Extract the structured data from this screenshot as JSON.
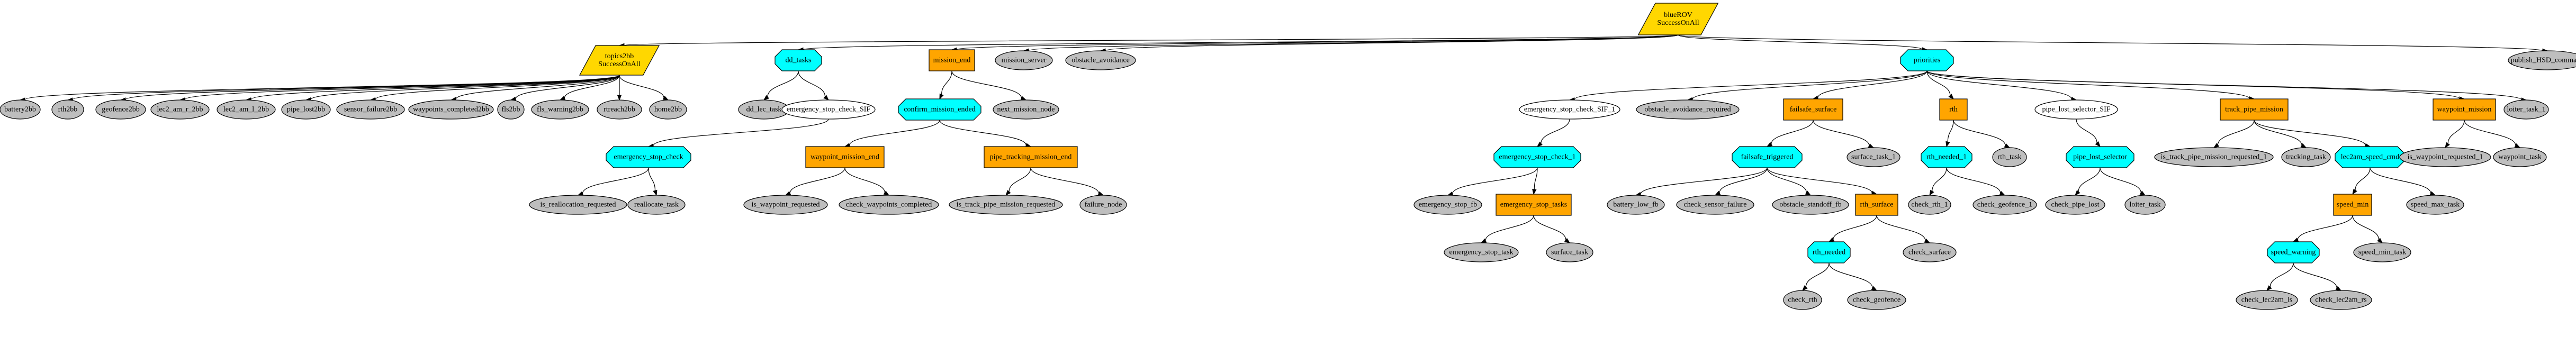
{
  "colors": {
    "parallel": "#FFD700",
    "selector": "#00FFFF",
    "sequence": "#FFA500",
    "leaf": "#BEBEBE",
    "decorator": "#FFFFFF",
    "stroke": "#000000",
    "background": "#FFFFFF"
  },
  "nodes": [
    {
      "id": "root",
      "kind": "parallel",
      "lines": [
        "blueROV",
        "SuccessOnAll"
      ]
    },
    {
      "id": "topics2bb",
      "kind": "parallel",
      "lines": [
        "topics2bb",
        "SuccessOnAll"
      ]
    },
    {
      "id": "battery2bb",
      "kind": "leaf",
      "lines": [
        "battery2bb"
      ]
    },
    {
      "id": "rth2bb",
      "kind": "leaf",
      "lines": [
        "rth2bb"
      ]
    },
    {
      "id": "geofence2bb",
      "kind": "leaf",
      "lines": [
        "geofence2bb"
      ]
    },
    {
      "id": "lec2_am_r_2bb",
      "kind": "leaf",
      "lines": [
        "lec2_am_r_2bb"
      ]
    },
    {
      "id": "lec2_am_l_2bb",
      "kind": "leaf",
      "lines": [
        "lec2_am_l_2bb"
      ]
    },
    {
      "id": "pipe_lost2bb",
      "kind": "leaf",
      "lines": [
        "pipe_lost2bb"
      ]
    },
    {
      "id": "sensor_failure2bb",
      "kind": "leaf",
      "lines": [
        "sensor_failure2bb"
      ]
    },
    {
      "id": "waypoints_completed2bb",
      "kind": "leaf",
      "lines": [
        "waypoints_completed2bb"
      ]
    },
    {
      "id": "fls2bb",
      "kind": "leaf",
      "lines": [
        "fls2bb"
      ]
    },
    {
      "id": "fls_warning2bb",
      "kind": "leaf",
      "lines": [
        "fls_warning2bb"
      ]
    },
    {
      "id": "rtreach2bb",
      "kind": "leaf",
      "lines": [
        "rtreach2bb"
      ]
    },
    {
      "id": "home2bb",
      "kind": "leaf",
      "lines": [
        "home2bb"
      ]
    },
    {
      "id": "dd_tasks",
      "kind": "selector",
      "lines": [
        "dd_tasks"
      ]
    },
    {
      "id": "dd_lec_task",
      "kind": "leaf",
      "lines": [
        "dd_lec_task"
      ]
    },
    {
      "id": "emergency_stop_check_sif",
      "kind": "decorator",
      "lines": [
        "emergency_stop_check_SIF"
      ]
    },
    {
      "id": "emergency_stop_check",
      "kind": "selector",
      "lines": [
        "emergency_stop_check"
      ]
    },
    {
      "id": "is_reallocation_requested",
      "kind": "leaf",
      "lines": [
        "is_reallocation_requested"
      ]
    },
    {
      "id": "reallocate_task",
      "kind": "leaf",
      "lines": [
        "reallocate_task"
      ]
    },
    {
      "id": "mission_end",
      "kind": "sequence",
      "lines": [
        "mission_end"
      ]
    },
    {
      "id": "confirm_mission_ended",
      "kind": "selector",
      "lines": [
        "confirm_mission_ended"
      ]
    },
    {
      "id": "waypoint_mission_end",
      "kind": "sequence",
      "lines": [
        "waypoint_mission_end"
      ]
    },
    {
      "id": "is_waypoint_requested",
      "kind": "leaf",
      "lines": [
        "is_waypoint_requested"
      ]
    },
    {
      "id": "check_waypoints_completed",
      "kind": "leaf",
      "lines": [
        "check_waypoints_completed"
      ]
    },
    {
      "id": "pipe_tracking_mission_end",
      "kind": "sequence",
      "lines": [
        "pipe_tracking_mission_end"
      ]
    },
    {
      "id": "is_track_pipe_mission_requested",
      "kind": "leaf",
      "lines": [
        "is_track_pipe_mission_requested"
      ]
    },
    {
      "id": "failure_node",
      "kind": "leaf",
      "lines": [
        "failure_node"
      ]
    },
    {
      "id": "next_mission_node",
      "kind": "leaf",
      "lines": [
        "next_mission_node"
      ]
    },
    {
      "id": "mission_server",
      "kind": "leaf",
      "lines": [
        "mission_server"
      ]
    },
    {
      "id": "obstacle_avoidance",
      "kind": "leaf",
      "lines": [
        "obstacle_avoidance"
      ]
    },
    {
      "id": "priorities",
      "kind": "selector",
      "lines": [
        "priorities"
      ]
    },
    {
      "id": "emergency_stop_check_sif_1",
      "kind": "decorator",
      "lines": [
        "emergency_stop_check_SIF_1"
      ]
    },
    {
      "id": "emergency_stop_check_1",
      "kind": "selector",
      "lines": [
        "emergency_stop_check_1"
      ]
    },
    {
      "id": "emergency_stop_fb",
      "kind": "leaf",
      "lines": [
        "emergency_stop_fb"
      ]
    },
    {
      "id": "emergency_stop_tasks",
      "kind": "sequence",
      "lines": [
        "emergency_stop_tasks"
      ]
    },
    {
      "id": "emergency_stop_task",
      "kind": "leaf",
      "lines": [
        "emergency_stop_task"
      ]
    },
    {
      "id": "surface_task",
      "kind": "leaf",
      "lines": [
        "surface_task"
      ]
    },
    {
      "id": "obstacle_avoidance_required",
      "kind": "leaf",
      "lines": [
        "obstacle_avoidance_required"
      ]
    },
    {
      "id": "failsafe_surface",
      "kind": "sequence",
      "lines": [
        "failsafe_surface"
      ]
    },
    {
      "id": "failsafe_triggered",
      "kind": "selector",
      "lines": [
        "failsafe_triggered"
      ]
    },
    {
      "id": "battery_low_fb",
      "kind": "leaf",
      "lines": [
        "battery_low_fb"
      ]
    },
    {
      "id": "check_sensor_failure",
      "kind": "leaf",
      "lines": [
        "check_sensor_failure"
      ]
    },
    {
      "id": "obstacle_standoff_fb",
      "kind": "leaf",
      "lines": [
        "obstacle_standoff_fb"
      ]
    },
    {
      "id": "rth_surface",
      "kind": "sequence",
      "lines": [
        "rth_surface"
      ]
    },
    {
      "id": "rth_needed",
      "kind": "selector",
      "lines": [
        "rth_needed"
      ]
    },
    {
      "id": "check_rth",
      "kind": "leaf",
      "lines": [
        "check_rth"
      ]
    },
    {
      "id": "check_geofence",
      "kind": "leaf",
      "lines": [
        "check_geofence"
      ]
    },
    {
      "id": "check_surface",
      "kind": "leaf",
      "lines": [
        "check_surface"
      ]
    },
    {
      "id": "surface_task_1",
      "kind": "leaf",
      "lines": [
        "surface_task_1"
      ]
    },
    {
      "id": "rth",
      "kind": "sequence",
      "lines": [
        "rth"
      ]
    },
    {
      "id": "rth_needed_1",
      "kind": "selector",
      "lines": [
        "rth_needed_1"
      ]
    },
    {
      "id": "check_rth_1",
      "kind": "leaf",
      "lines": [
        "check_rth_1"
      ]
    },
    {
      "id": "check_geofence_1",
      "kind": "leaf",
      "lines": [
        "check_geofence_1"
      ]
    },
    {
      "id": "rth_task",
      "kind": "leaf",
      "lines": [
        "rth_task"
      ]
    },
    {
      "id": "pipe_lost_selector_sif",
      "kind": "decorator",
      "lines": [
        "pipe_lost_selector_SIF"
      ]
    },
    {
      "id": "pipe_lost_selector",
      "kind": "selector",
      "lines": [
        "pipe_lost_selector"
      ]
    },
    {
      "id": "check_pipe_lost",
      "kind": "leaf",
      "lines": [
        "check_pipe_lost"
      ]
    },
    {
      "id": "loiter_task",
      "kind": "leaf",
      "lines": [
        "loiter_task"
      ]
    },
    {
      "id": "track_pipe_mission",
      "kind": "sequence",
      "lines": [
        "track_pipe_mission"
      ]
    },
    {
      "id": "is_track_pipe_mission_requested_1",
      "kind": "leaf",
      "lines": [
        "is_track_pipe_mission_requested_1"
      ]
    },
    {
      "id": "tracking_task",
      "kind": "leaf",
      "lines": [
        "tracking_task"
      ]
    },
    {
      "id": "lec2am_speed_cmd",
      "kind": "selector",
      "lines": [
        "lec2am_speed_cmd"
      ]
    },
    {
      "id": "speed_min",
      "kind": "sequence",
      "lines": [
        "speed_min"
      ]
    },
    {
      "id": "speed_warning",
      "kind": "selector",
      "lines": [
        "speed_warning"
      ]
    },
    {
      "id": "check_lec2am_ls",
      "kind": "leaf",
      "lines": [
        "check_lec2am_ls"
      ]
    },
    {
      "id": "check_lec2am_rs",
      "kind": "leaf",
      "lines": [
        "check_lec2am_rs"
      ]
    },
    {
      "id": "speed_min_task",
      "kind": "leaf",
      "lines": [
        "speed_min_task"
      ]
    },
    {
      "id": "speed_max_task",
      "kind": "leaf",
      "lines": [
        "speed_max_task"
      ]
    },
    {
      "id": "waypoint_mission",
      "kind": "sequence",
      "lines": [
        "waypoint_mission"
      ]
    },
    {
      "id": "is_waypoint_requested_1",
      "kind": "leaf",
      "lines": [
        "is_waypoint_requested_1"
      ]
    },
    {
      "id": "waypoint_task",
      "kind": "leaf",
      "lines": [
        "waypoint_task"
      ]
    },
    {
      "id": "loiter_task_1",
      "kind": "leaf",
      "lines": [
        "loiter_task_1"
      ]
    },
    {
      "id": "publish_HSD_command",
      "kind": "leaf",
      "lines": [
        "publish_HSD_command"
      ]
    }
  ],
  "edges": [
    [
      "root",
      "topics2bb"
    ],
    [
      "root",
      "dd_tasks"
    ],
    [
      "root",
      "mission_end"
    ],
    [
      "root",
      "mission_server"
    ],
    [
      "root",
      "obstacle_avoidance"
    ],
    [
      "root",
      "priorities"
    ],
    [
      "root",
      "publish_HSD_command"
    ],
    [
      "topics2bb",
      "battery2bb"
    ],
    [
      "topics2bb",
      "rth2bb"
    ],
    [
      "topics2bb",
      "geofence2bb"
    ],
    [
      "topics2bb",
      "lec2_am_r_2bb"
    ],
    [
      "topics2bb",
      "lec2_am_l_2bb"
    ],
    [
      "topics2bb",
      "pipe_lost2bb"
    ],
    [
      "topics2bb",
      "sensor_failure2bb"
    ],
    [
      "topics2bb",
      "waypoints_completed2bb"
    ],
    [
      "topics2bb",
      "fls2bb"
    ],
    [
      "topics2bb",
      "fls_warning2bb"
    ],
    [
      "topics2bb",
      "rtreach2bb"
    ],
    [
      "topics2bb",
      "home2bb"
    ],
    [
      "dd_tasks",
      "dd_lec_task"
    ],
    [
      "dd_tasks",
      "emergency_stop_check_sif"
    ],
    [
      "emergency_stop_check_sif",
      "emergency_stop_check"
    ],
    [
      "emergency_stop_check",
      "is_reallocation_requested"
    ],
    [
      "emergency_stop_check",
      "reallocate_task"
    ],
    [
      "mission_end",
      "confirm_mission_ended"
    ],
    [
      "mission_end",
      "next_mission_node"
    ],
    [
      "confirm_mission_ended",
      "waypoint_mission_end"
    ],
    [
      "confirm_mission_ended",
      "pipe_tracking_mission_end"
    ],
    [
      "waypoint_mission_end",
      "is_waypoint_requested"
    ],
    [
      "waypoint_mission_end",
      "check_waypoints_completed"
    ],
    [
      "pipe_tracking_mission_end",
      "is_track_pipe_mission_requested"
    ],
    [
      "pipe_tracking_mission_end",
      "failure_node"
    ],
    [
      "priorities",
      "emergency_stop_check_sif_1"
    ],
    [
      "priorities",
      "obstacle_avoidance_required"
    ],
    [
      "priorities",
      "failsafe_surface"
    ],
    [
      "priorities",
      "rth"
    ],
    [
      "priorities",
      "pipe_lost_selector_sif"
    ],
    [
      "priorities",
      "track_pipe_mission"
    ],
    [
      "priorities",
      "waypoint_mission"
    ],
    [
      "priorities",
      "loiter_task_1"
    ],
    [
      "emergency_stop_check_sif_1",
      "emergency_stop_check_1"
    ],
    [
      "emergency_stop_check_1",
      "emergency_stop_fb"
    ],
    [
      "emergency_stop_check_1",
      "emergency_stop_tasks"
    ],
    [
      "emergency_stop_tasks",
      "emergency_stop_task"
    ],
    [
      "emergency_stop_tasks",
      "surface_task"
    ],
    [
      "failsafe_surface",
      "failsafe_triggered"
    ],
    [
      "failsafe_surface",
      "surface_task_1"
    ],
    [
      "failsafe_triggered",
      "battery_low_fb"
    ],
    [
      "failsafe_triggered",
      "check_sensor_failure"
    ],
    [
      "failsafe_triggered",
      "obstacle_standoff_fb"
    ],
    [
      "failsafe_triggered",
      "rth_surface"
    ],
    [
      "rth_surface",
      "rth_needed"
    ],
    [
      "rth_surface",
      "check_surface"
    ],
    [
      "rth_needed",
      "check_rth"
    ],
    [
      "rth_needed",
      "check_geofence"
    ],
    [
      "rth",
      "rth_needed_1"
    ],
    [
      "rth",
      "rth_task"
    ],
    [
      "rth_needed_1",
      "check_rth_1"
    ],
    [
      "rth_needed_1",
      "check_geofence_1"
    ],
    [
      "pipe_lost_selector_sif",
      "pipe_lost_selector"
    ],
    [
      "pipe_lost_selector",
      "check_pipe_lost"
    ],
    [
      "pipe_lost_selector",
      "loiter_task"
    ],
    [
      "track_pipe_mission",
      "is_track_pipe_mission_requested_1"
    ],
    [
      "track_pipe_mission",
      "tracking_task"
    ],
    [
      "track_pipe_mission",
      "lec2am_speed_cmd"
    ],
    [
      "lec2am_speed_cmd",
      "speed_min"
    ],
    [
      "lec2am_speed_cmd",
      "speed_max_task"
    ],
    [
      "speed_min",
      "speed_warning"
    ],
    [
      "speed_min",
      "speed_min_task"
    ],
    [
      "speed_warning",
      "check_lec2am_ls"
    ],
    [
      "speed_warning",
      "check_lec2am_rs"
    ],
    [
      "waypoint_mission",
      "is_waypoint_requested_1"
    ],
    [
      "waypoint_mission",
      "waypoint_task"
    ]
  ]
}
